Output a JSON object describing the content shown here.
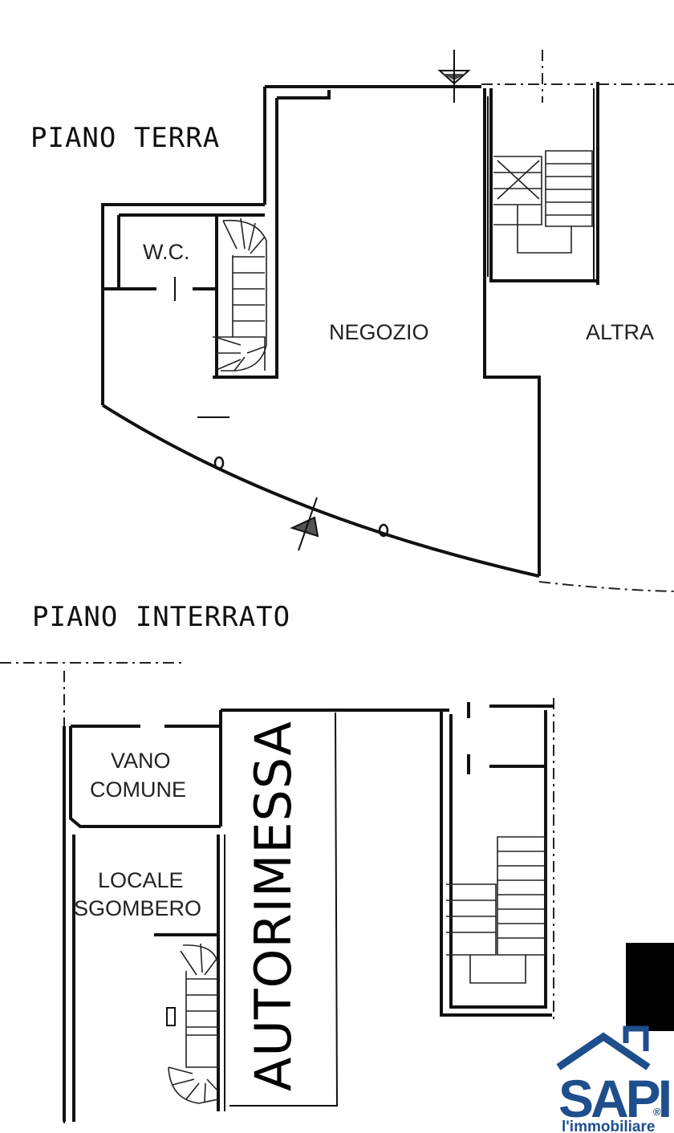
{
  "floors": {
    "ground_title": "PIANO TERRA",
    "basement_title": "PIANO INTERRATO"
  },
  "rooms": {
    "wc": "W.C.",
    "negozio": "NEGOZIO",
    "altra": "ALTRA",
    "vano_line1": "VANO",
    "vano_line2": "COMUNE",
    "locale_line1": "LOCALE",
    "locale_line2": "SGOMBERO",
    "autorimessa": "AUTORIMESSA"
  },
  "logo": {
    "brand": "SAPI",
    "tagline": "l'immobiliare",
    "registered": "®",
    "color": "#1f4e8c"
  }
}
